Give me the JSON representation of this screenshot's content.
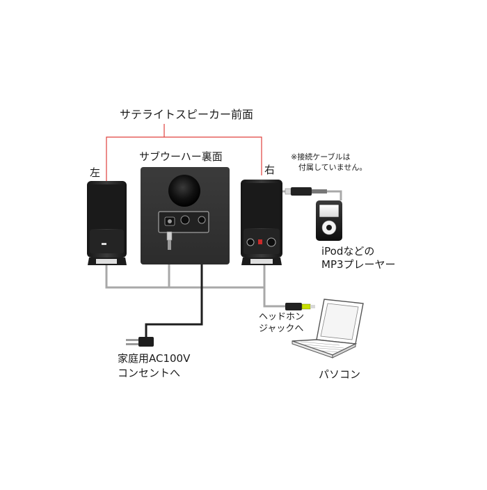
{
  "labels": {
    "satellite_front": "サテライトスピーカー前面",
    "subwoofer_back": "サブウーハー裏面",
    "left": "左",
    "right": "右",
    "cable_note": "※接続ケーブルは\n　付属していません。",
    "mp3_player": "iPodなどの\nMP3プレーヤー",
    "headphone_jack": "ヘッドホン\nジャックへ",
    "ac_outlet": "家庭用AC100V\nコンセントへ",
    "pc": "パソコン"
  },
  "colors": {
    "callout_line": "#e0403c",
    "cable": "#a8a8a8",
    "power_cord": "#1e1e1e",
    "speaker_body": "#2a2a2a",
    "plug_tip": "#c9e000"
  }
}
